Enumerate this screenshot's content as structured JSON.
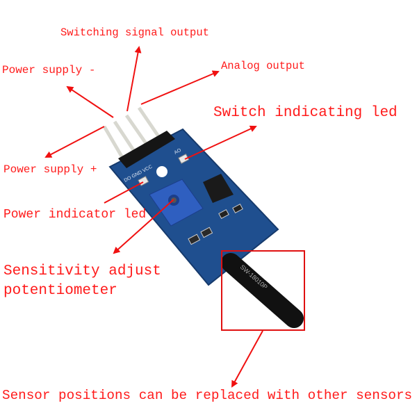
{
  "labels": {
    "switching_signal_output": "Switching signal output",
    "power_supply_minus": "Power supply -",
    "analog_output": "Analog output",
    "switch_indicating_led": "Switch indicating led",
    "power_supply_plus": "Power supply +",
    "power_indicator_led": "Power indicator led",
    "sensitivity_line1": "Sensitivity adjust",
    "sensitivity_line2": "potentiometer",
    "sensor_positions": "Sensor positions can be replaced with other sensors"
  },
  "board": {
    "sensor_marking": "SW-18010P",
    "pin_labels": "DO GND VCC",
    "ao_label": "AO"
  },
  "colors": {
    "annotation": "#ff1a1a",
    "pcb": "#1f4f8f",
    "potentiometer": "#2f5fc0",
    "sensor": "#111111"
  }
}
